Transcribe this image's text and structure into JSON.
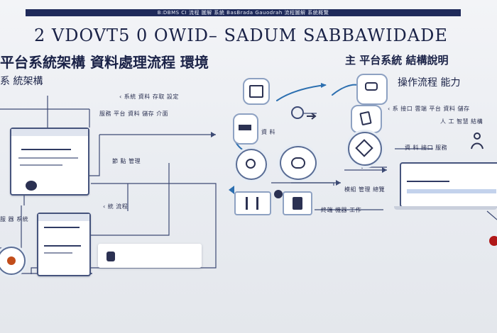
{
  "header": {
    "top_band": "B:DBMS CI 流程 圖解 系統 BasBrada Gauodrah 流程圖解 系統概覽",
    "title": "2 VDOVT5 0  OWID–  SADUM SABBAWIDADE",
    "subtitle_left": "平台系統架構 資料處理流程 環境",
    "subtitle_right": "主 平台系統 結構說明"
  },
  "captions": {
    "left_top": "系 統架構",
    "right_mid": "操作流程  能力"
  },
  "labels": {
    "l1": "‹ 系統 資料 存取 設定",
    "l2": "服務 平台 資料 儲存 介面",
    "l3": "節 點 管理",
    "l4": "‹ 統 流程",
    "l5": "服 器 系統",
    "l6": "‹ 系 接口 雲端 平台 資料 儲存",
    "l7": "人 工 智慧 結構",
    "l8": "資 料 接口 服務",
    "l9": "模組 管理 總覽",
    "l10": "資 料",
    "l11": "終端 機器 工作"
  },
  "colors": {
    "navy": "#1f2a5a",
    "wire": "#3d4a74",
    "accent_blue": "#2c6fb0",
    "alert_red": "#b01818"
  }
}
